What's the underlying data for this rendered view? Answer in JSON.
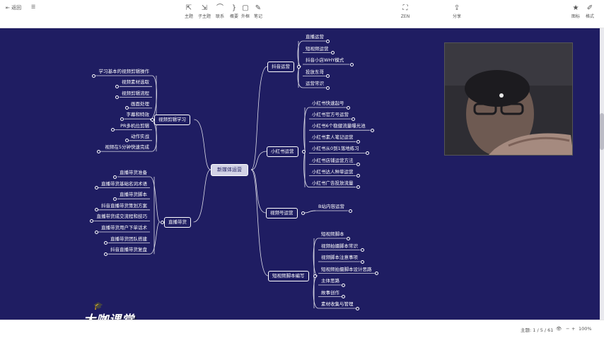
{
  "toolbar": {
    "left": [
      {
        "icon": "back-arrow-icon",
        "label": "返回"
      },
      {
        "icon": "menu-icon",
        "label": ""
      }
    ],
    "center": [
      {
        "icon": "cursor-icon",
        "glyph": "⇱",
        "label": "主题"
      },
      {
        "icon": "subtopic-icon",
        "glyph": "⇲",
        "label": "子主题"
      },
      {
        "icon": "relation-icon",
        "glyph": "⌒",
        "label": "联系"
      },
      {
        "icon": "summary-icon",
        "glyph": "}",
        "label": "概要"
      },
      {
        "icon": "boundary-icon",
        "glyph": "▢",
        "label": "外框"
      },
      {
        "icon": "note-icon",
        "glyph": "✎",
        "label": "笔记"
      }
    ],
    "zoom": {
      "icon": "fit-icon",
      "glyph": "⛶",
      "label": "ZEN"
    },
    "share": {
      "icon": "share-icon",
      "glyph": "⇪",
      "label": "分享"
    },
    "right": [
      {
        "icon": "star-icon",
        "glyph": "★",
        "label": "图标"
      },
      {
        "icon": "format-icon",
        "glyph": "✐",
        "label": "格式"
      }
    ]
  },
  "mindmap": {
    "root": "新媒体运营",
    "branches": [
      {
        "title": "抖音运营",
        "items": [
          "直播运营",
          "短视频运营",
          "抖音小店WHY模式",
          "投放东哥",
          "运营常识"
        ]
      },
      {
        "title": "小红书运营",
        "items": [
          "小红书快速起号",
          "小红书官方号运营",
          "小红书6个稳健流量曝光池",
          "小红书素人笔记运营",
          "小红书从0到1落地练习",
          "小红书店铺运营方法",
          "小红书达人种草运营",
          "小红书广告投放流量"
        ]
      },
      {
        "title": "视频剪辑学习",
        "items": [
          "学习基本的视频剪辑操作",
          "视频素材选取",
          "视频剪辑流程",
          "画面处理",
          "字幕和特效",
          "PR多机位剪辑",
          "动作实战",
          "视频在5分钟快速完成"
        ]
      },
      {
        "title": "直播带货",
        "items": [
          "直播带货准备",
          "直播带货基础名词术语",
          "直播带货脚本",
          "抖音直播带货策划方案",
          "直播带货成交流程和技巧",
          "直播带货用户下单话术",
          "直播带货团队搭建",
          "抖音直播带货复盘"
        ]
      },
      {
        "title": "视频号运营",
        "items": [
          "B站内容运营"
        ]
      },
      {
        "title": "短视频脚本编写",
        "items": [
          "短视频脚本",
          "视频拍摄脚本常识",
          "视频脚本注意事项",
          "短视频拍摄脚本设计思路",
          "主体思路",
          "故事创作",
          "素材收集与管理"
        ]
      }
    ]
  },
  "logo": {
    "text": "大咖课堂",
    "icon": "graduation-cap-icon"
  },
  "statusbar": {
    "left": "",
    "topics_label": "主题: 1 / 5 / 61",
    "zoom": "100%"
  },
  "colors": {
    "canvas": "#1f1d62",
    "line": "#ffffff",
    "root_fill": "#d2d2e6"
  }
}
